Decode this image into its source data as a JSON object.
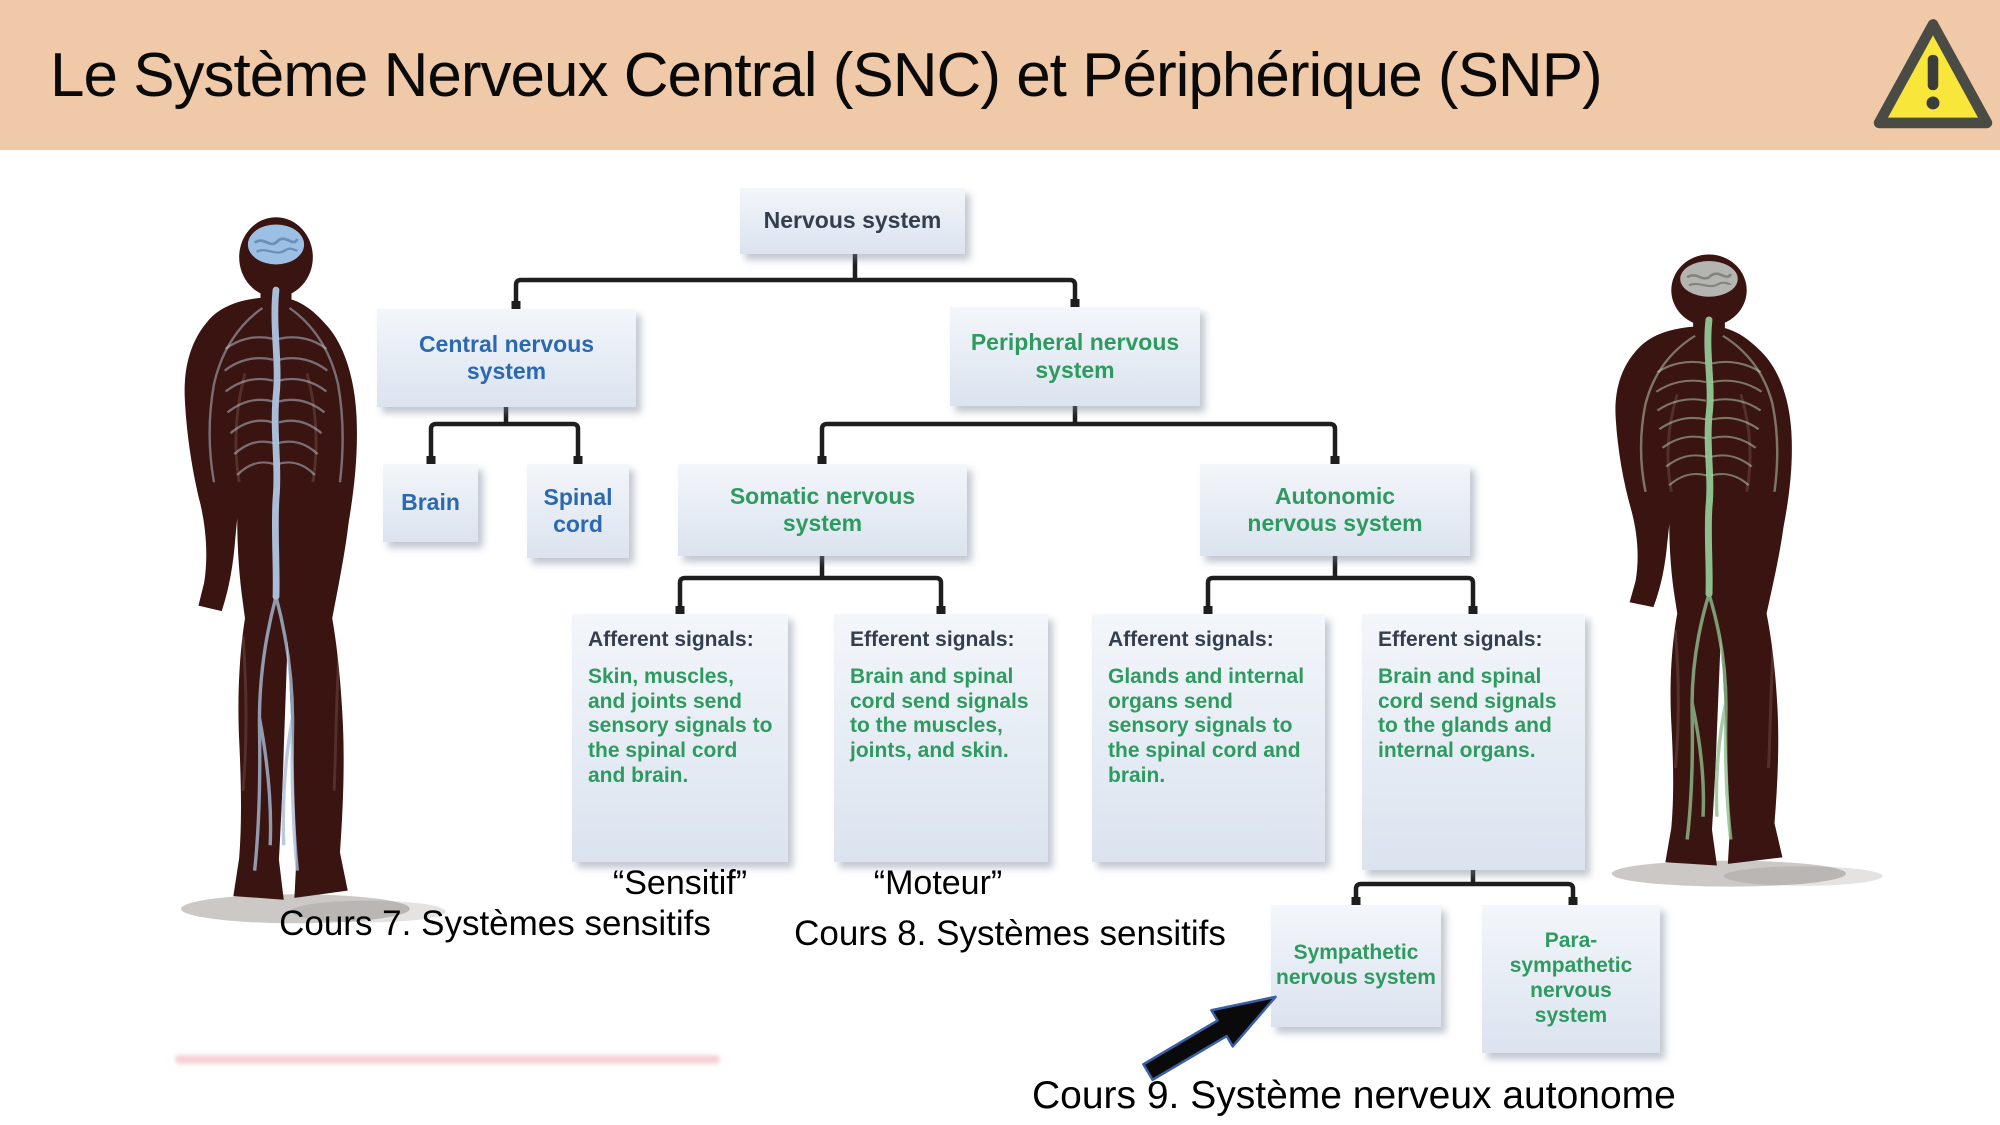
{
  "header": {
    "title": "Le Système Nerveux Central (SNC) et Périphérique (SNP)",
    "warning_icon": "warning-triangle"
  },
  "diagram": {
    "root": {
      "label": "Nervous system"
    },
    "cns": {
      "label": "Central nervous system"
    },
    "pns": {
      "label": "Peripheral nervous system"
    },
    "brain": {
      "label": "Brain"
    },
    "spinal_cord": {
      "label": "Spinal cord"
    },
    "somatic": {
      "label": "Somatic nervous system"
    },
    "autonomic": {
      "label": "Autonomic nervous system"
    },
    "somatic_afferent": {
      "heading": "Afferent signals:",
      "text": "Skin, muscles, and joints send sensory signals to the spinal cord and brain."
    },
    "somatic_efferent": {
      "heading": "Efferent signals:",
      "text": "Brain and spinal cord send signals to the muscles, joints, and skin."
    },
    "autonomic_afferent": {
      "heading": "Afferent signals:",
      "text": "Glands and internal organs send sensory signals to the spinal cord and brain."
    },
    "autonomic_efferent": {
      "heading": "Efferent signals:",
      "text": "Brain and spinal cord send signals to the glands and internal organs."
    },
    "sympathetic": {
      "label": "Sympathetic nervous system"
    },
    "parasympathetic": {
      "label": "Para-sympathetic nervous system"
    }
  },
  "annotations": {
    "sensitif": "“Sensitif”",
    "moteur": "“Moteur”",
    "cours7": "Cours 7. Systèmes sensitifs",
    "cours8": "Cours 8. Systèmes sensitifs",
    "cours9": "Cours 9. Système nerveux autonome"
  },
  "colors": {
    "header_bg": "#f0c9a8",
    "box_top": "#f3f6fa",
    "box_bottom": "#dbe3ef",
    "text_dark": "#333e4e",
    "text_blue": "#2b68b2",
    "text_green": "#2d9b60",
    "connector": "#1e1e1e",
    "annotation": "#000000",
    "warning_fill": "#f8e63a",
    "warning_border": "#4b4b45",
    "body_fill": "#3a1410"
  }
}
